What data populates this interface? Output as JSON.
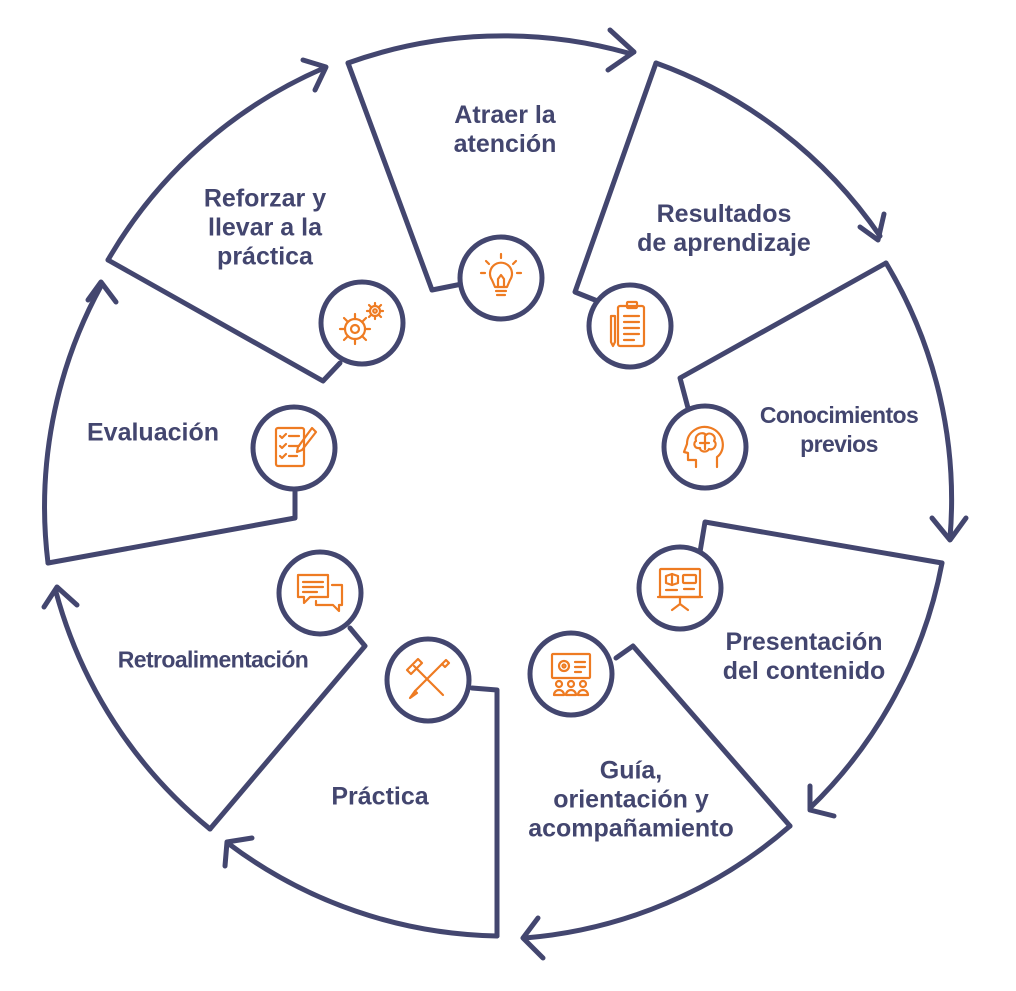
{
  "diagram": {
    "colors": {
      "outline": "#43466f",
      "icon_accent": "#ee7b22",
      "background": "#ffffff"
    },
    "steps": [
      {
        "id": "atraer",
        "label": "Atraer la\natención",
        "icon": "lightbulb-icon"
      },
      {
        "id": "resultados",
        "label": "Resultados\nde aprendizaje",
        "icon": "clipboard-icon"
      },
      {
        "id": "conocimientos",
        "label": "Conocimientos\nprevios",
        "icon": "brain-head-icon"
      },
      {
        "id": "presentacion",
        "label": "Presentación\ndel contenido",
        "icon": "presentation-board-icon"
      },
      {
        "id": "guia",
        "label": "Guía,\norientación y\nacompañamiento",
        "icon": "audience-screen-icon"
      },
      {
        "id": "practica",
        "label": "Práctica",
        "icon": "tools-icon"
      },
      {
        "id": "retroalimentacion",
        "label": "Retroalimentación",
        "icon": "chat-bubbles-icon"
      },
      {
        "id": "evaluacion",
        "label": "Evaluación",
        "icon": "checklist-icon"
      },
      {
        "id": "reforzar",
        "label": "Reforzar y\nllevar a la\npráctica",
        "icon": "gears-icon"
      }
    ]
  }
}
